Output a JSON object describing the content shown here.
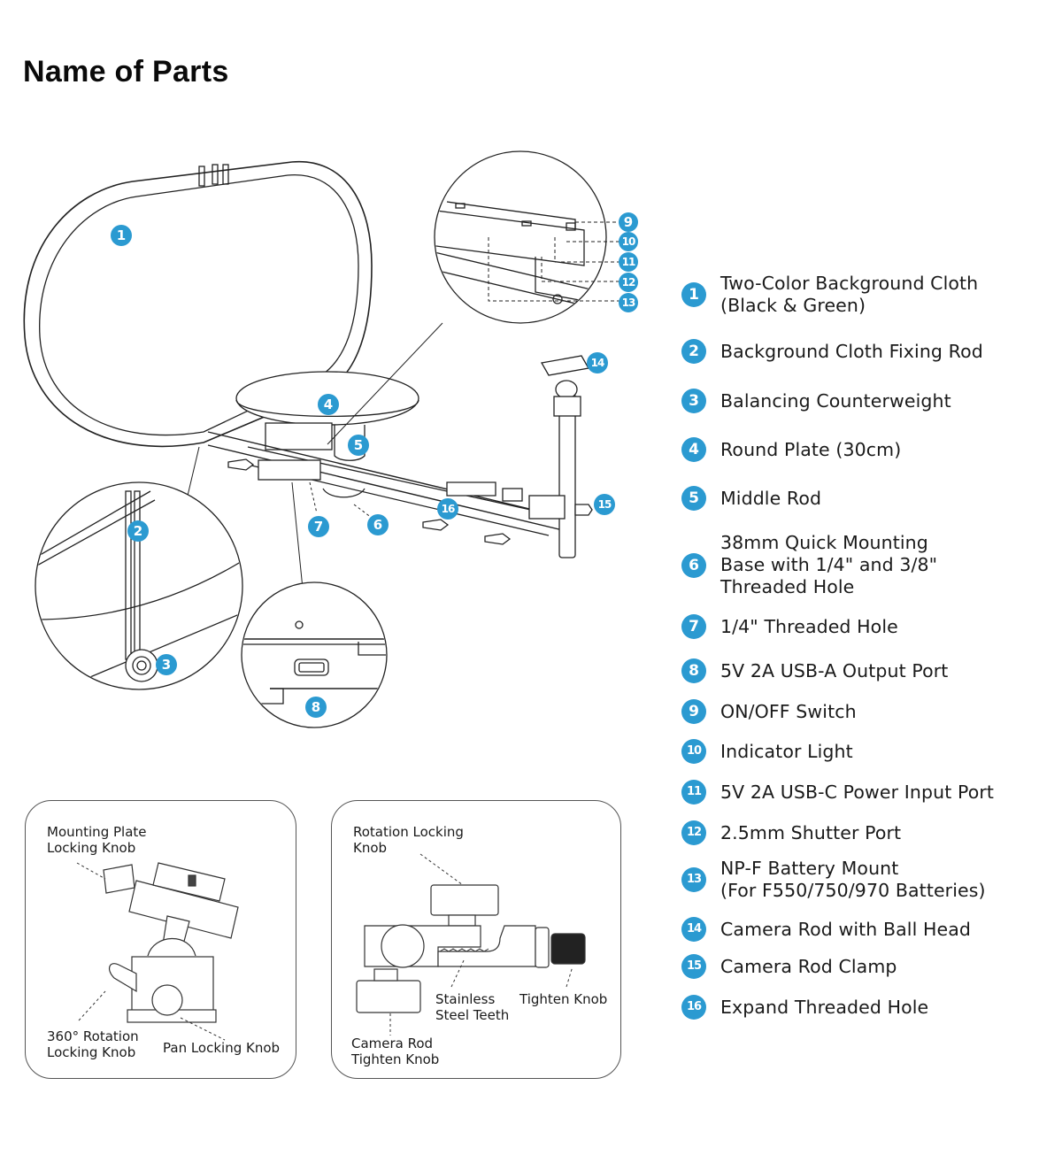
{
  "page": {
    "title": "Name of Parts",
    "accent_color": "#2b9ad1"
  },
  "diagram_badges": [
    {
      "number": "1",
      "part": "background-cloth"
    },
    {
      "number": "2",
      "part": "fixing-rod"
    },
    {
      "number": "3",
      "part": "counterweight"
    },
    {
      "number": "4",
      "part": "round-plate"
    },
    {
      "number": "5",
      "part": "middle-rod"
    },
    {
      "number": "6",
      "part": "quick-mounting-base"
    },
    {
      "number": "7",
      "part": "threaded-hole"
    },
    {
      "number": "8",
      "part": "usb-a-port"
    },
    {
      "number": "9",
      "part": "on-off-switch"
    },
    {
      "number": "10",
      "part": "indicator-light"
    },
    {
      "number": "11",
      "part": "usb-c-port"
    },
    {
      "number": "12",
      "part": "shutter-port"
    },
    {
      "number": "13",
      "part": "battery-mount"
    },
    {
      "number": "14",
      "part": "camera-rod"
    },
    {
      "number": "15",
      "part": "rod-clamp"
    },
    {
      "number": "16",
      "part": "expand-hole"
    }
  ],
  "parts": [
    {
      "number": "1",
      "label": "Two-Color Background Cloth\n(Black & Green)"
    },
    {
      "number": "2",
      "label": "Background Cloth Fixing Rod"
    },
    {
      "number": "3",
      "label": "Balancing Counterweight"
    },
    {
      "number": "4",
      "label": "Round Plate (30cm)"
    },
    {
      "number": "5",
      "label": "Middle Rod"
    },
    {
      "number": "6",
      "label": "38mm Quick Mounting\nBase with 1/4\" and 3/8\"\nThreaded Hole"
    },
    {
      "number": "7",
      "label": "1/4\" Threaded Hole"
    },
    {
      "number": "8",
      "label": "5V 2A USB-A Output Port"
    },
    {
      "number": "9",
      "label": "ON/OFF Switch"
    },
    {
      "number": "10",
      "label": "Indicator Light"
    },
    {
      "number": "11",
      "label": "5V 2A USB-C Power Input Port"
    },
    {
      "number": "12",
      "label": "2.5mm Shutter Port"
    },
    {
      "number": "13",
      "label": "NP-F Battery Mount\n(For F550/750/970 Batteries)"
    },
    {
      "number": "14",
      "label": "Camera Rod with Ball Head"
    },
    {
      "number": "15",
      "label": "Camera Rod Clamp"
    },
    {
      "number": "16",
      "label": "Expand Threaded Hole"
    }
  ],
  "insets": {
    "ball_head": {
      "mounting_plate_knob": "Mounting Plate\nLocking Knob",
      "rotation_knob": "360°  Rotation\nLocking Knob",
      "pan_knob": "Pan Locking Knob"
    },
    "rod_clamp": {
      "rotation_knob": "Rotation Locking\nKnob",
      "teeth": "Stainless\nSteel Teeth",
      "tighten_knob": "Tighten Knob",
      "camera_rod_knob": "Camera Rod\nTighten Knob"
    }
  }
}
